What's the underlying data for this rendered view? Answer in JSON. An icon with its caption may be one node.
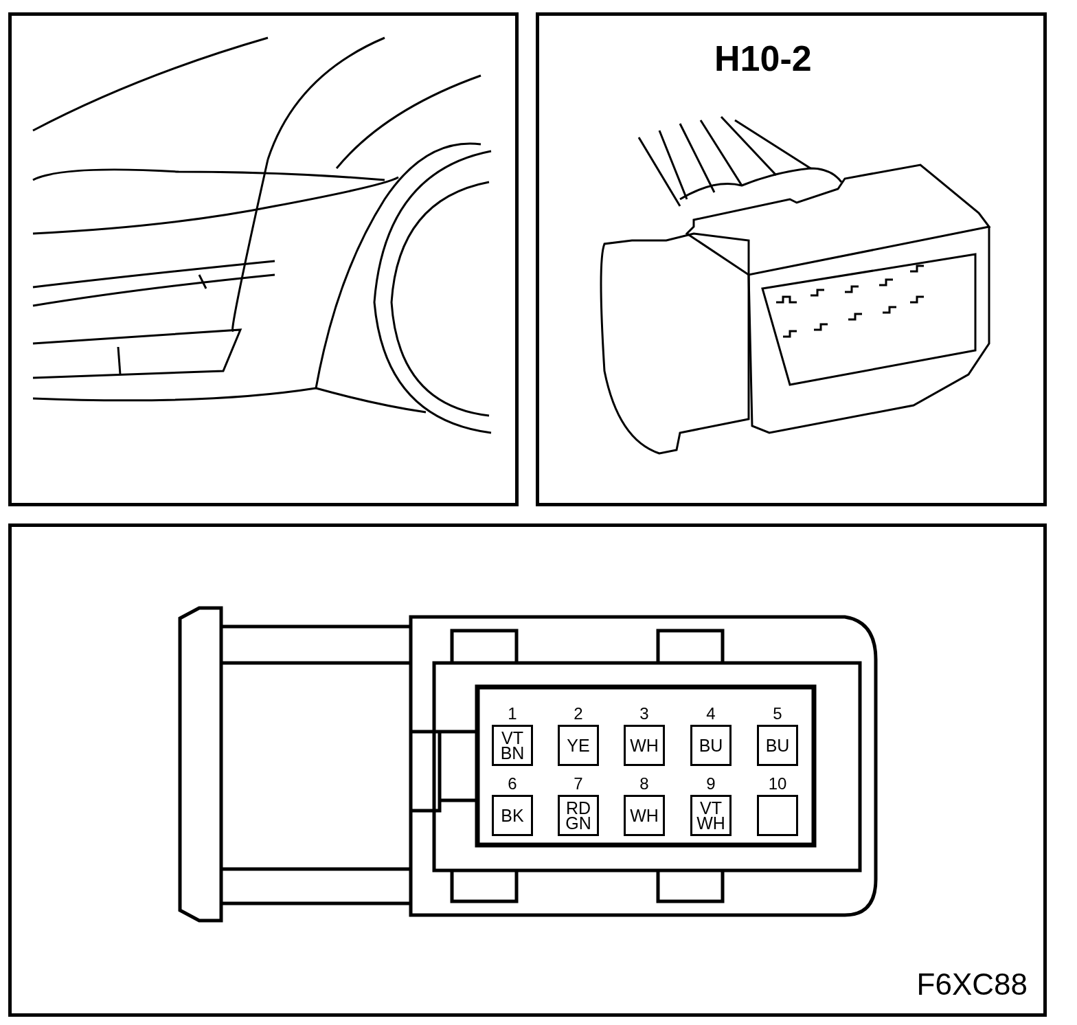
{
  "diagram": {
    "title": "H10-2",
    "nodes": [
      {
        "text": [
          "VT BN"
        ],
        "beside": [
          "1"
        ]
      },
      {
        "text": [
          "YE"
        ],
        "beside": [
          "2"
        ]
      },
      {
        "text": [
          "WH"
        ],
        "beside": [
          "3"
        ]
      },
      {
        "text": [
          "BU"
        ],
        "beside": [
          "4"
        ]
      },
      {
        "text": [
          "BU"
        ],
        "beside": [
          "5"
        ]
      },
      {
        "text": [
          "BK"
        ],
        "beside": [
          "6"
        ]
      },
      {
        "text": [
          "RD GN"
        ],
        "beside": [
          "7"
        ]
      },
      {
        "text": [
          "WH"
        ],
        "beside": [
          "8"
        ]
      },
      {
        "text": [
          "VT WH"
        ],
        "beside": [
          "9"
        ]
      },
      {
        "text": [],
        "shape": "box",
        "beside": [
          "10"
        ]
      }
    ],
    "edges": [],
    "labels": [
      "F6XC88"
    ]
  }
}
